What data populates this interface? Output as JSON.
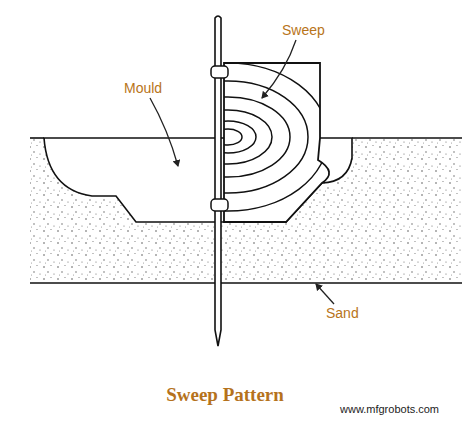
{
  "diagram": {
    "caption": "Sweep Pattern",
    "labels": [
      "Sweep",
      "Mould",
      "Sand",
      "www.mfgrobots.com"
    ]
  }
}
